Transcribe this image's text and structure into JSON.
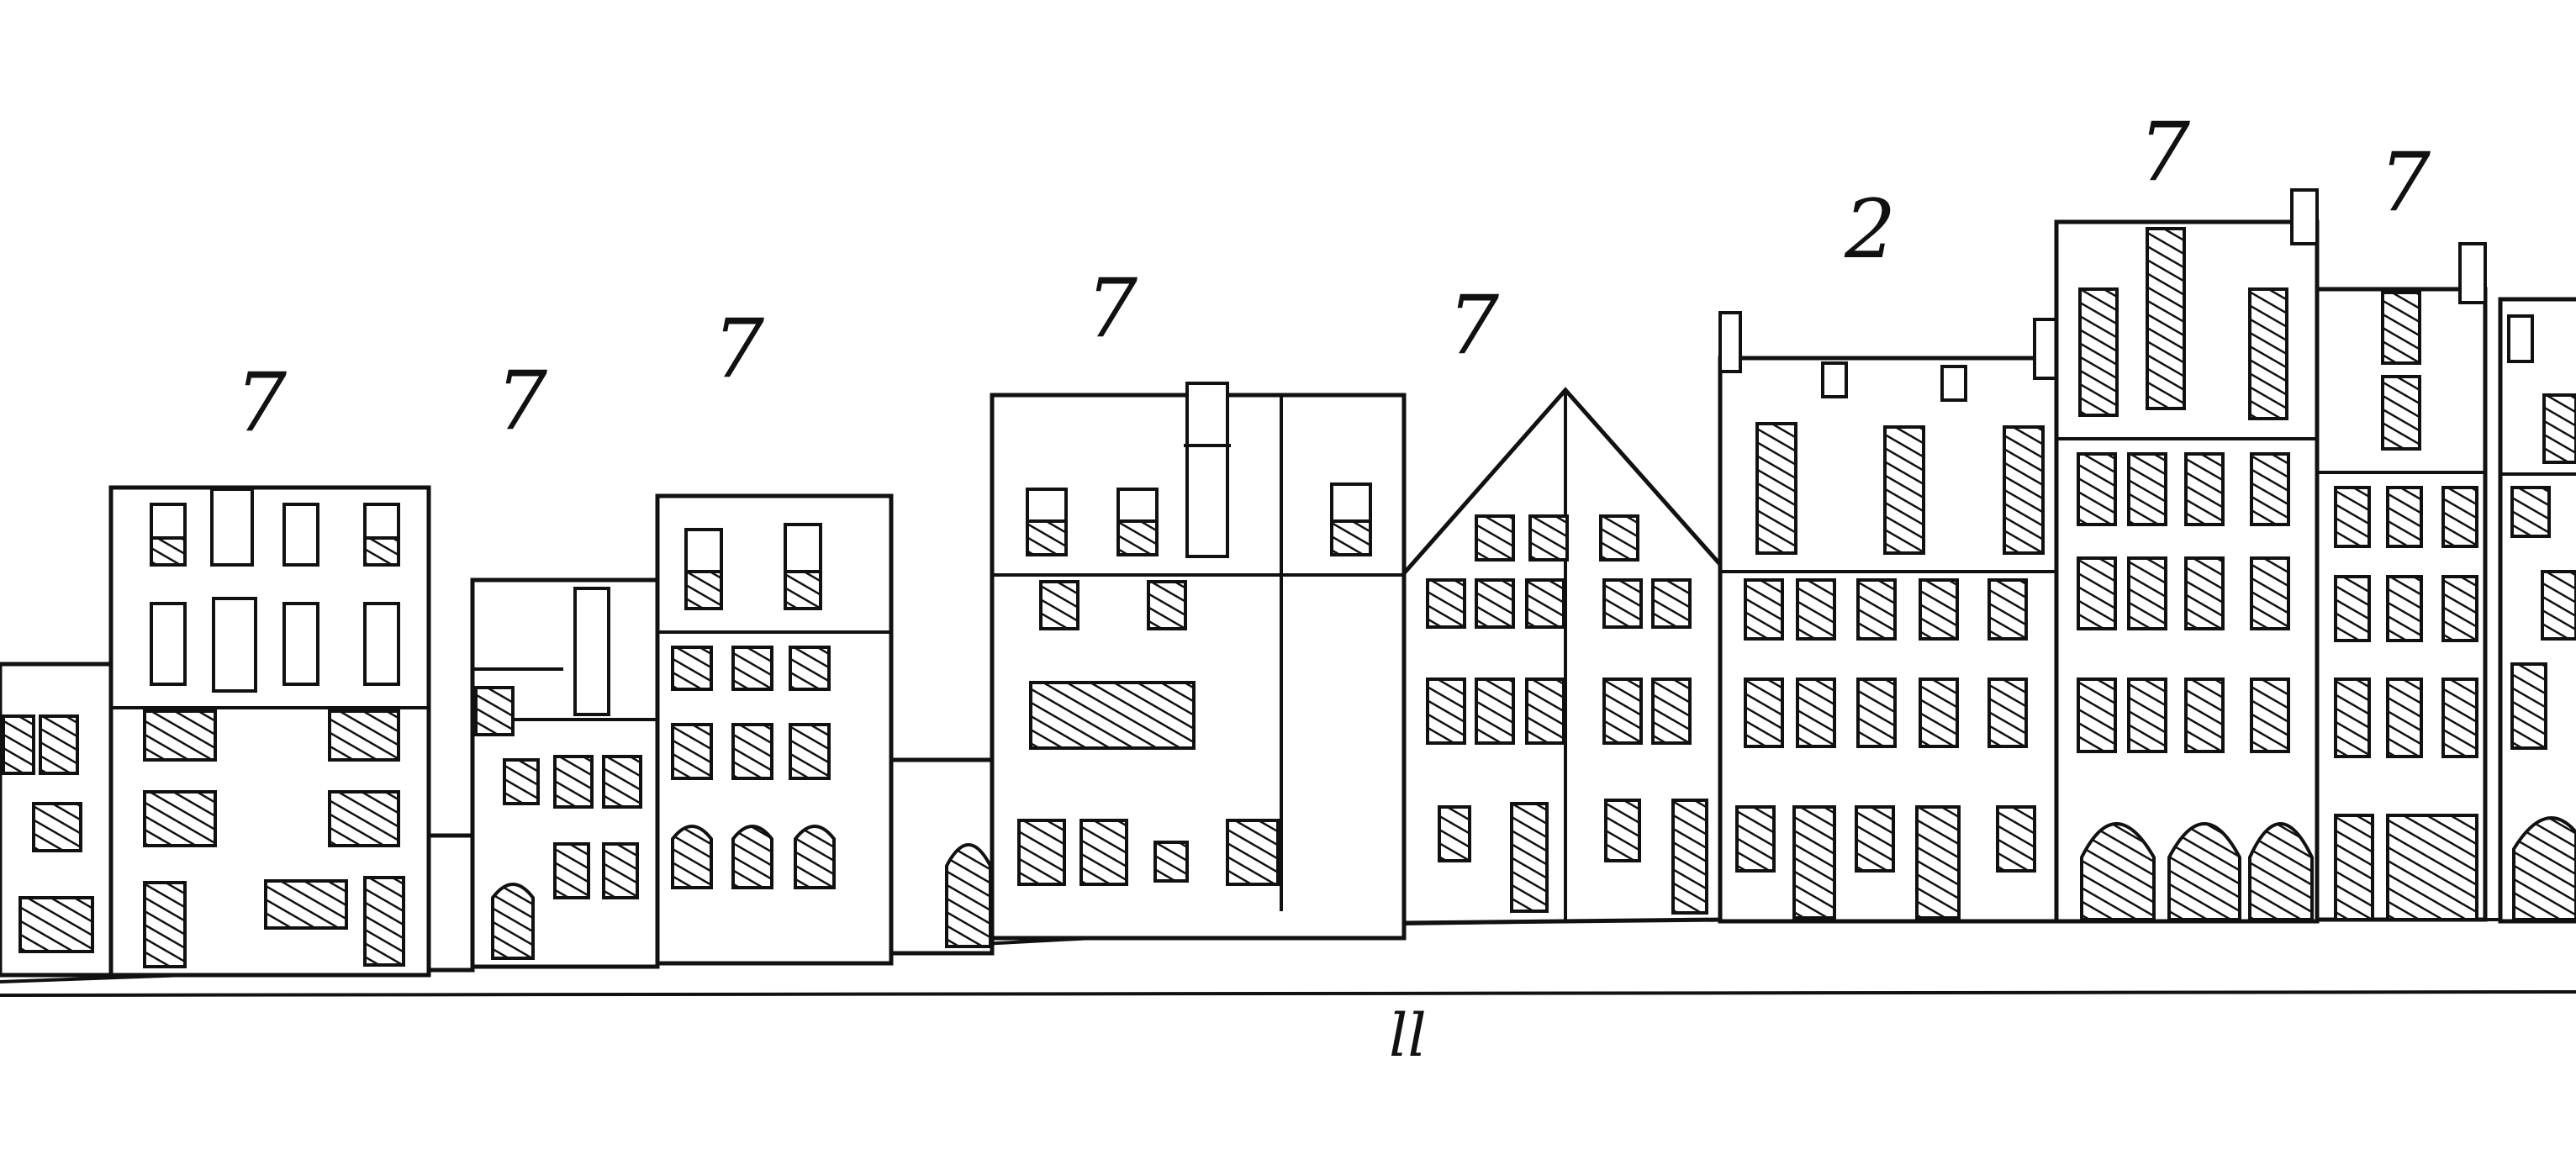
{
  "colors": {
    "ink": "#111111",
    "paper": "#ffffff"
  },
  "annotations": {
    "house_marks": [
      "7",
      "7",
      "7",
      "7",
      "7",
      "2",
      "7",
      "7"
    ],
    "street_label": "ll"
  }
}
